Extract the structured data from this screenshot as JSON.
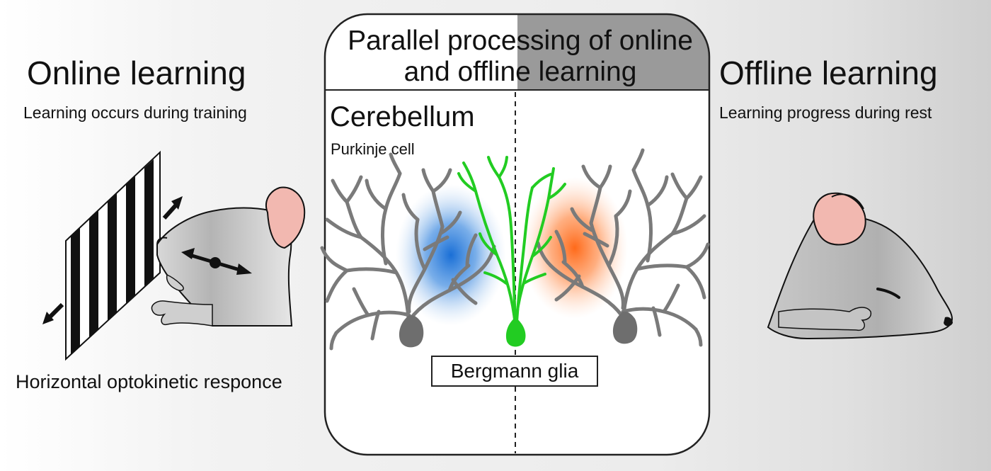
{
  "left_panel": {
    "title": "Online learning",
    "subtitle": "Learning occurs during training",
    "caption": "Horizontal optokinetic responce"
  },
  "right_panel": {
    "title": "Offline learning",
    "subtitle": "Learning progress during rest"
  },
  "center_panel": {
    "title": "Parallel processing of online and offline learning",
    "region_label": "Cerebellum",
    "cell_label": "Purkinje cell",
    "glia_label": "Bergmann glia"
  },
  "colors": {
    "online_glow": "#1a6fd6",
    "offline_glow": "#ff6a1a",
    "bergmann_glia": "#22cc22",
    "purkinje": "#7a7a7a",
    "header_shade": "#9a9a9a",
    "ear": "#f2b8b0"
  }
}
